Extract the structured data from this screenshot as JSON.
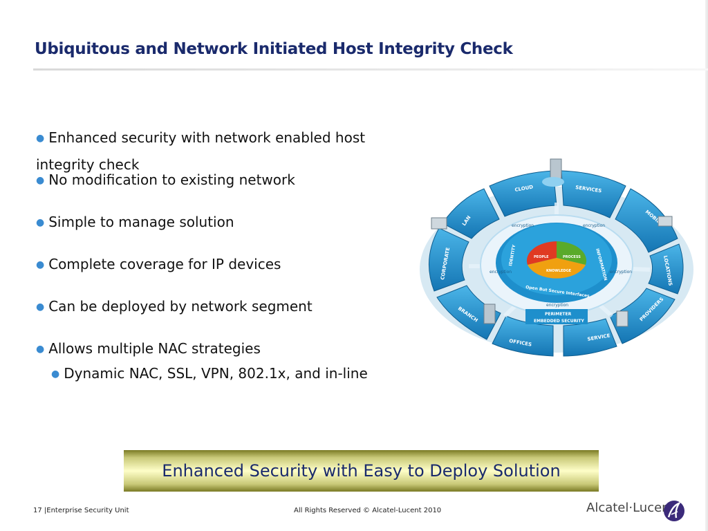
{
  "slide": {
    "title": "Ubiquitous and Network Initiated Host Integrity Check",
    "bullets": [
      "Enhanced security with network enabled host integrity check",
      "No modification to existing network",
      "Simple to manage solution",
      "Complete coverage for IP devices",
      "Can be deployed by network segment",
      "Allows multiple NAC strategies"
    ],
    "sub_bullets": [
      "Dynamic NAC, SSL, VPN, 802.1x, and in-line"
    ],
    "banner": "Enhanced Security with Easy to Deploy Solution"
  },
  "diagram": {
    "outer_segments": [
      "CLOUD",
      "SERVICES",
      "MOBILE",
      "LOCATIONS",
      "PROVIDERS",
      "SERVICE",
      "OFFICES",
      "BRANCH",
      "CORPORATE",
      "LAN"
    ],
    "ring_labels": [
      "encryption",
      "encryption",
      "encryption",
      "encryption",
      "encryption"
    ],
    "inner_labels": [
      "IDENTITY",
      "INFORMATION",
      "Open But Secure Interfaces"
    ],
    "core": [
      "PEOPLE",
      "PROCESS",
      "KNOWLEDGE"
    ],
    "base_labels": [
      "PERIMETER",
      "EMBEDDED SECURITY"
    ],
    "colors": {
      "title": "#1a2a6c",
      "ring": "#1e8fcc",
      "people": "#e03a22",
      "process": "#5aaa2a",
      "knowledge": "#f0a010"
    }
  },
  "footer": {
    "page": "17 |Enterprise Security Unit",
    "copyright": "All Rights Reserved © Alcatel-Lucent 2010",
    "brand": "Alcatel·Lucent"
  }
}
